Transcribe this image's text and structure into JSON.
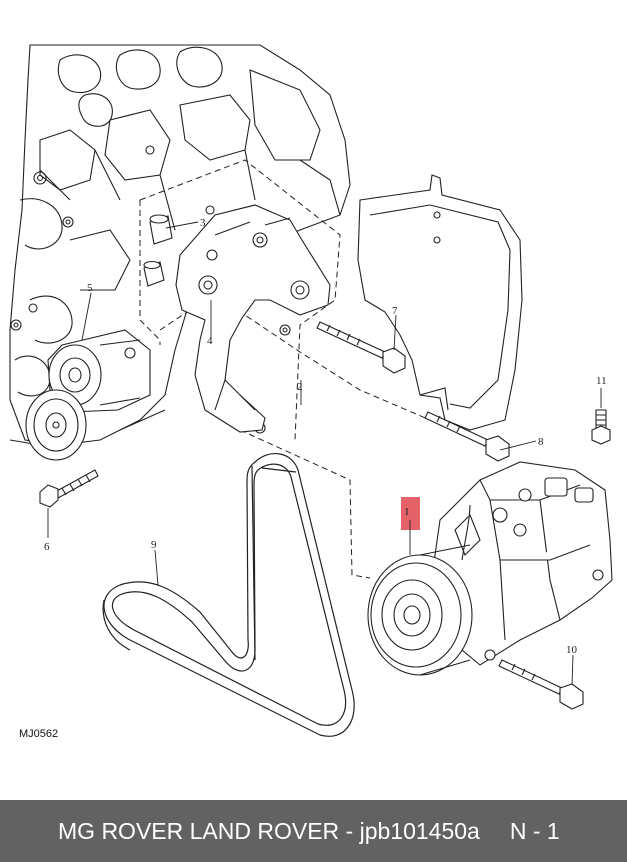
{
  "diagram": {
    "reference_code": "MJ0562",
    "callouts": [
      "1",
      "2",
      "3",
      "4",
      "5",
      "6",
      "7",
      "8",
      "9",
      "10",
      "11"
    ],
    "highlight_color": "#e0464f"
  },
  "footer": {
    "title": "MG ROVER LAND ROVER - jpb101450a",
    "page": "N - 1",
    "background": "#626262"
  }
}
